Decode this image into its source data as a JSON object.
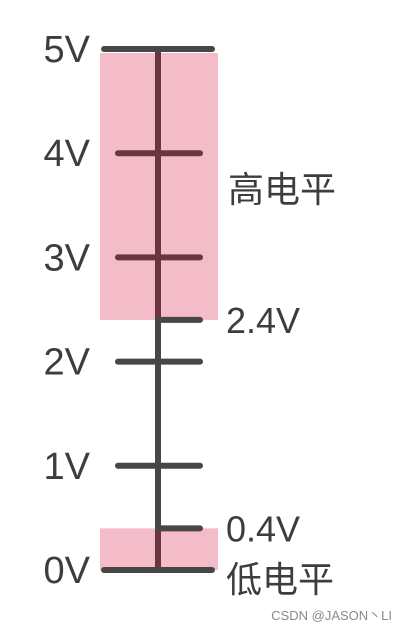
{
  "scale": {
    "min": 0,
    "max": 5,
    "unit": "V",
    "ticks": [
      {
        "value": 5,
        "label": "5V"
      },
      {
        "value": 4,
        "label": "4V"
      },
      {
        "value": 3,
        "label": "3V"
      },
      {
        "value": 2,
        "label": "2V"
      },
      {
        "value": 1,
        "label": "1V"
      },
      {
        "value": 0,
        "label": "0V"
      }
    ]
  },
  "thresholds": [
    {
      "value": 2.4,
      "label": "2.4V"
    },
    {
      "value": 0.4,
      "label": "0.4V"
    }
  ],
  "regions": [
    {
      "id": "high",
      "from": 2.4,
      "to": 5,
      "label": "高电平",
      "color": "#f4bcc8"
    },
    {
      "id": "low",
      "from": 0,
      "to": 0.4,
      "label": "低电平",
      "color": "#f4bcc8"
    }
  ],
  "colors": {
    "axis": "#474747",
    "axis_over_region": "#6a3441",
    "text": "#3d3d3d",
    "watermark": "#8a8a8a"
  },
  "watermark": "CSDN @JASON丶LI"
}
